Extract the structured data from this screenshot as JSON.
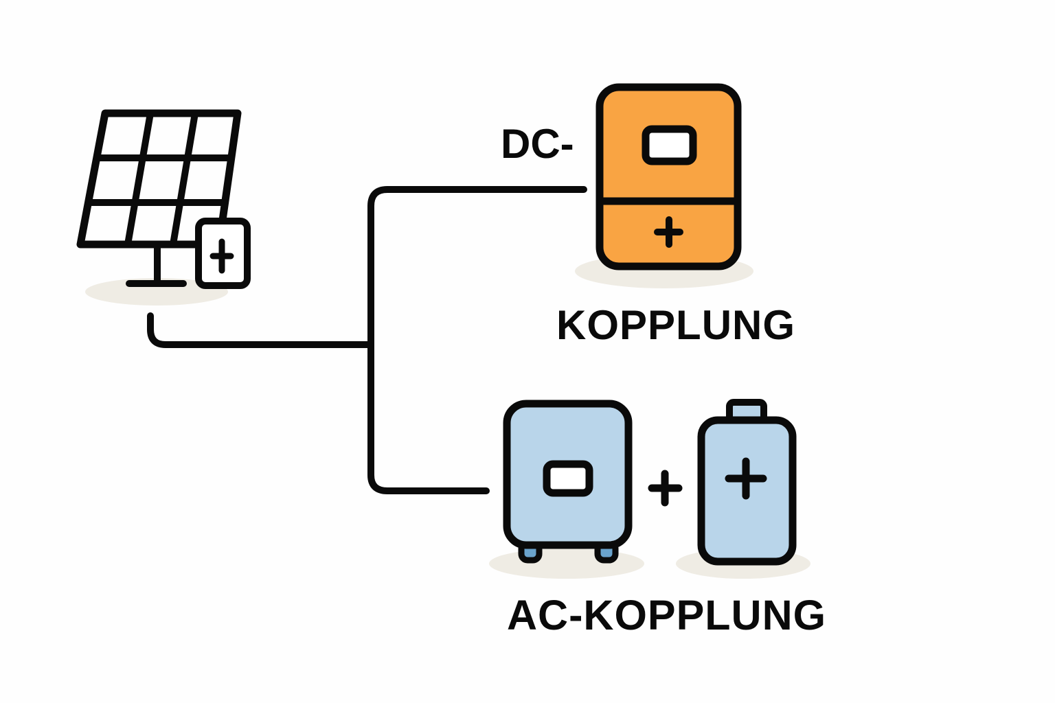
{
  "diagram": {
    "colors": {
      "background": "#fefefe",
      "line": "#0a0a0a",
      "dc_unit_fill": "#f9a443",
      "ac_unit_fill": "#b9d5ea",
      "ac_unit_feet": "#6aa3cc",
      "shadow": "#efece4",
      "screen": "#ffffff"
    },
    "nodes": {
      "solar_panel": {
        "icon": "solar-panel-icon",
        "attachment": "battery-plus-icon"
      },
      "dc_unit": {
        "icon": "hybrid-inverter-with-battery-icon"
      },
      "ac_inverter": {
        "icon": "inverter-icon"
      },
      "ac_battery": {
        "icon": "battery-icon"
      }
    },
    "labels": {
      "dc_prefix": "DC-",
      "dc_suffix": "KOPPLUNG",
      "ac_label": "AC-KOPPLUNG",
      "plus_sign": "+"
    }
  }
}
